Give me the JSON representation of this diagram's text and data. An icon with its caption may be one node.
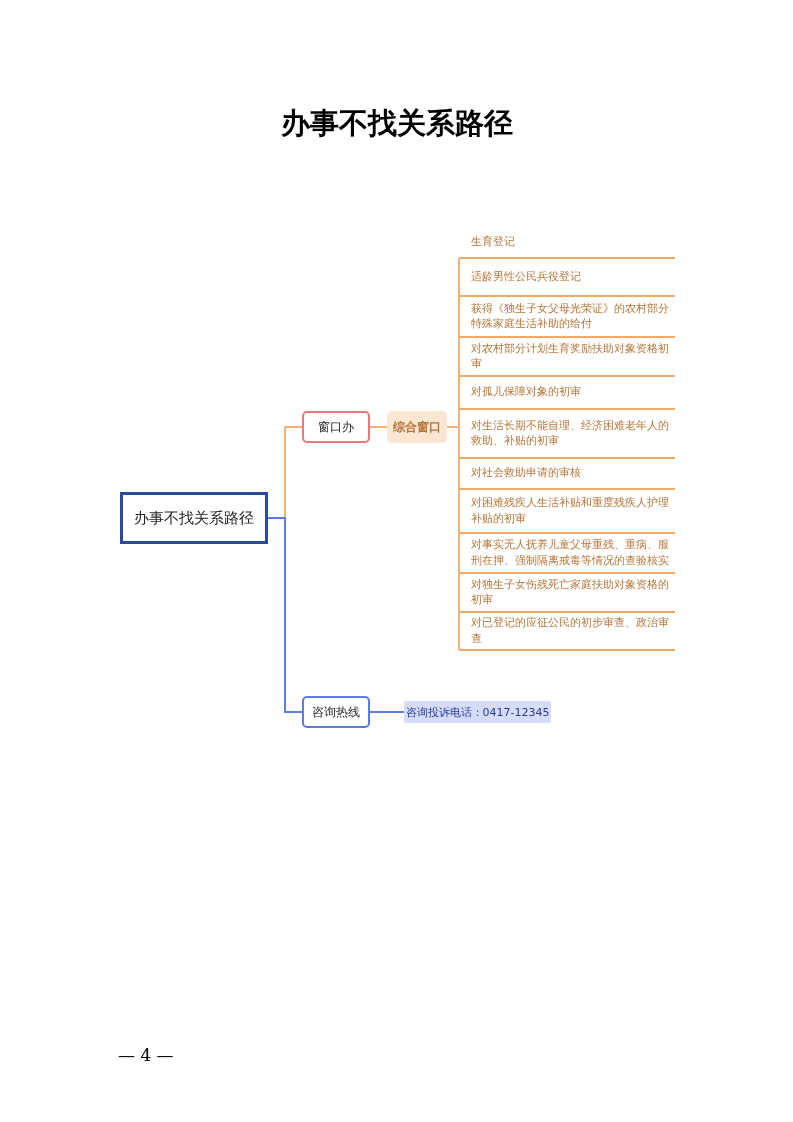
{
  "diagram": {
    "title": "办事不找关系路径",
    "nodes": [
      {
        "text": [
          "办事不找关系路径"
        ]
      },
      {
        "text": [
          "窗口办"
        ]
      },
      {
        "text": [
          "综合窗口"
        ]
      },
      {
        "text": [
          "生育登记"
        ]
      },
      {
        "text": [
          "适龄男性公民兵役登记"
        ]
      },
      {
        "text": [
          "获得《独生子女父母光荣证》的农村部分特殊家庭生活补助的给付"
        ]
      },
      {
        "text": [
          "对农村部分计划生育奖励扶助对象资格初审"
        ]
      },
      {
        "text": [
          "对孤儿保障对象的初审"
        ]
      },
      {
        "text": [
          "对生活长期不能自理、经济困难老年人的救助、补贴的初审"
        ]
      },
      {
        "text": [
          "对社会救助申请的审核"
        ]
      },
      {
        "text": [
          "对困难残疾人生活补贴和重度残疾人护理补贴的初审"
        ]
      },
      {
        "text": [
          "对事实无人抚养儿童父母重残、重病、服刑在押、强制隔离戒毒等情况的查验核实"
        ]
      },
      {
        "text": [
          "对独生子女伤残死亡家庭扶助对象资格的初审"
        ]
      },
      {
        "text": [
          "对已登记的应征公民的初步审查、政治审查"
        ]
      },
      {
        "text": [
          "咨询热线"
        ]
      },
      {
        "text": [
          "咨询投诉电话：0417-12345"
        ]
      }
    ],
    "edges": [
      {
        "from": 0,
        "to": 1,
        "arrow": "none"
      },
      {
        "from": 0,
        "to": 14,
        "arrow": "none",
        "color": "#5b7be6"
      },
      {
        "from": 1,
        "to": 2,
        "arrow": "none"
      },
      {
        "from": 2,
        "to": 3,
        "arrow": "none"
      },
      {
        "from": 2,
        "to": 4,
        "arrow": "none"
      },
      {
        "from": 2,
        "to": 5,
        "arrow": "none"
      },
      {
        "from": 2,
        "to": 6,
        "arrow": "none"
      },
      {
        "from": 2,
        "to": 7,
        "arrow": "none"
      },
      {
        "from": 2,
        "to": 8,
        "arrow": "none"
      },
      {
        "from": 2,
        "to": 9,
        "arrow": "none"
      },
      {
        "from": 2,
        "to": 10,
        "arrow": "none"
      },
      {
        "from": 2,
        "to": 11,
        "arrow": "none"
      },
      {
        "from": 2,
        "to": 12,
        "arrow": "none"
      },
      {
        "from": 2,
        "to": 13,
        "arrow": "none"
      },
      {
        "from": 14,
        "to": 15,
        "arrow": "none",
        "color": "#5b7be6"
      }
    ],
    "labels": [
      "— 4 —"
    ]
  }
}
